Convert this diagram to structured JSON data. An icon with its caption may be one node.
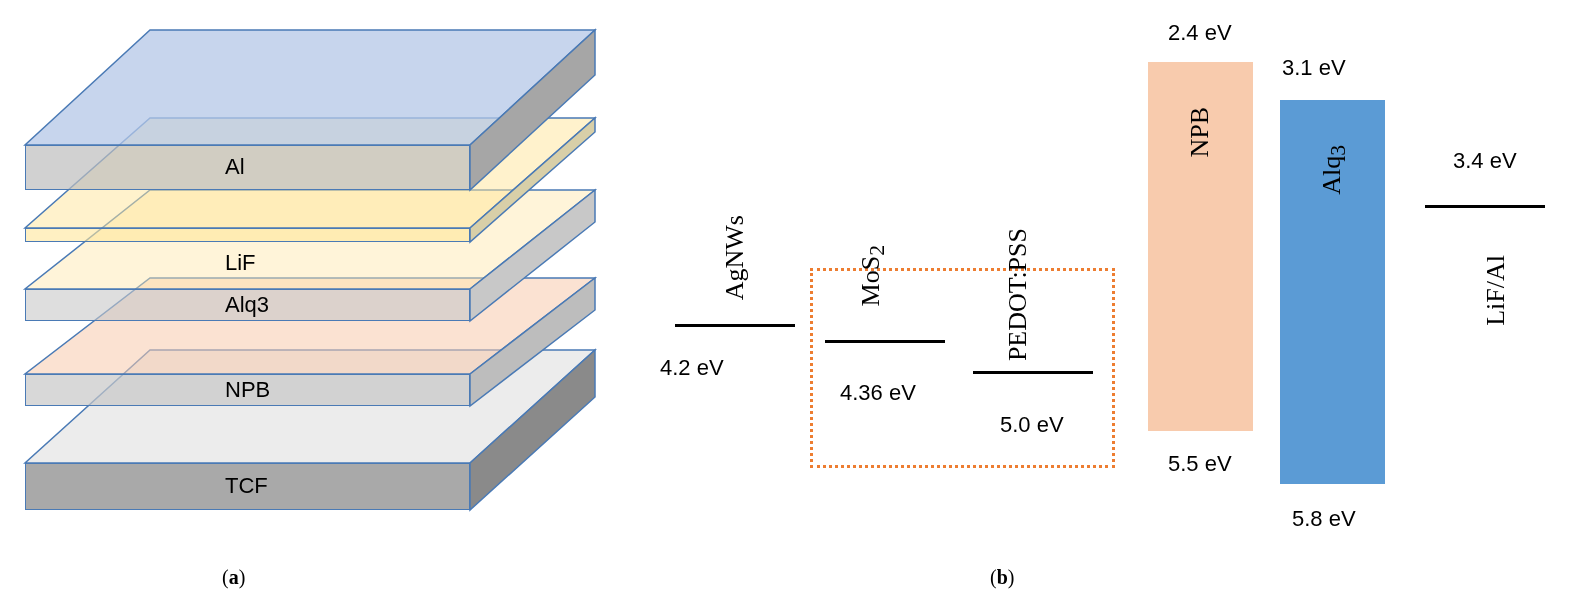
{
  "diagram": {
    "nodes": [
      {
        "text": [
          "Al"
        ]
      },
      {
        "text": [
          "LiF"
        ]
      },
      {
        "text": [
          "Alq3"
        ]
      },
      {
        "text": [
          "NPB"
        ]
      },
      {
        "text": [
          "TCF"
        ]
      },
      {
        "text": [],
        "shape": "box"
      },
      {
        "text": [
          "NPB"
        ],
        "beside": [
          "2.4 eV",
          "5.5 eV"
        ]
      },
      {
        "text": [
          "Alq$_{3}$"
        ],
        "beside": [
          "3.1 eV",
          "5.8 eV"
        ]
      }
    ],
    "labels": [
      "AgNWs",
      "4.2 eV",
      "MoS$_{2}$",
      "4.36 eV",
      "PEDOT:PSS",
      "5.0 eV",
      "3.4 eV",
      "LiF/Al",
      "(**a**)",
      "(**b**)"
    ]
  }
}
